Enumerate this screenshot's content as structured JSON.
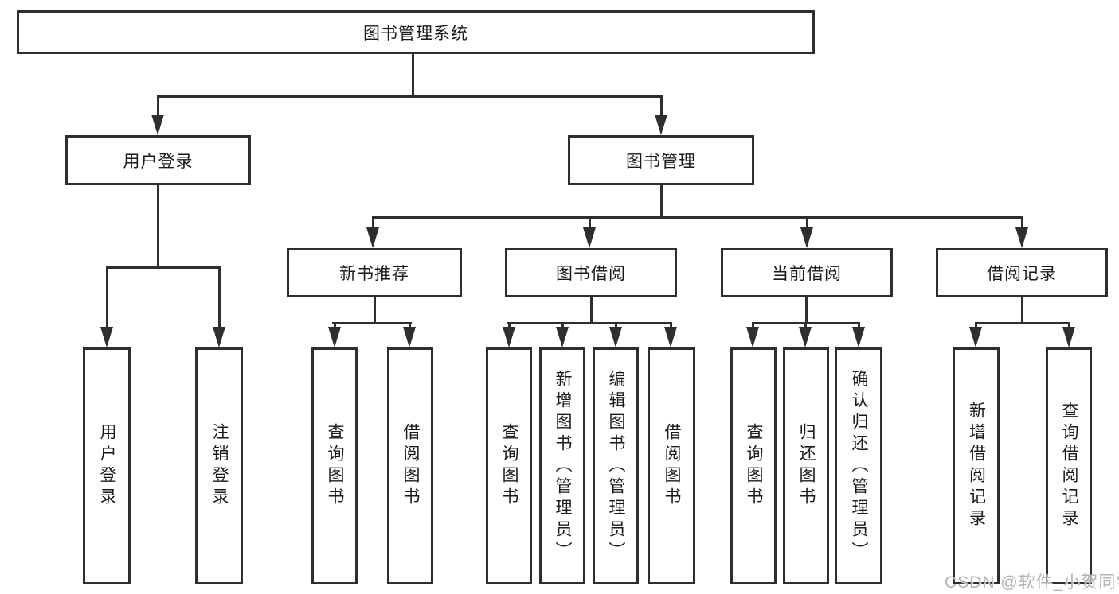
{
  "diagram": {
    "root": "图书管理系统",
    "branches": {
      "user_login": "用户登录",
      "book_mgmt": "图书管理"
    },
    "modules": {
      "new_book_rec": "新书推荐",
      "book_borrow": "图书借阅",
      "current_borrow": "当前借阅",
      "borrow_records": "借阅记录"
    },
    "leaves": {
      "user_login": [
        "用户登录",
        "注销登录"
      ],
      "new_book_rec": [
        "查询图书",
        "借阅图书"
      ],
      "book_borrow": [
        "查询图书",
        "新增图书（管理员）",
        "编辑图书（管理员）",
        "借阅图书"
      ],
      "current_borrow": [
        "查询图书",
        "归还图书",
        "确认归还（管理员）"
      ],
      "borrow_records": [
        "新增借阅记录",
        "查询借阅记录"
      ]
    },
    "watermark": "CSDN @软件_小贺同学",
    "colors": {
      "line": "#2e2e2e",
      "text": "#1a1a1a",
      "watermark": "#b3b3b3",
      "background": "#ffffff"
    }
  }
}
